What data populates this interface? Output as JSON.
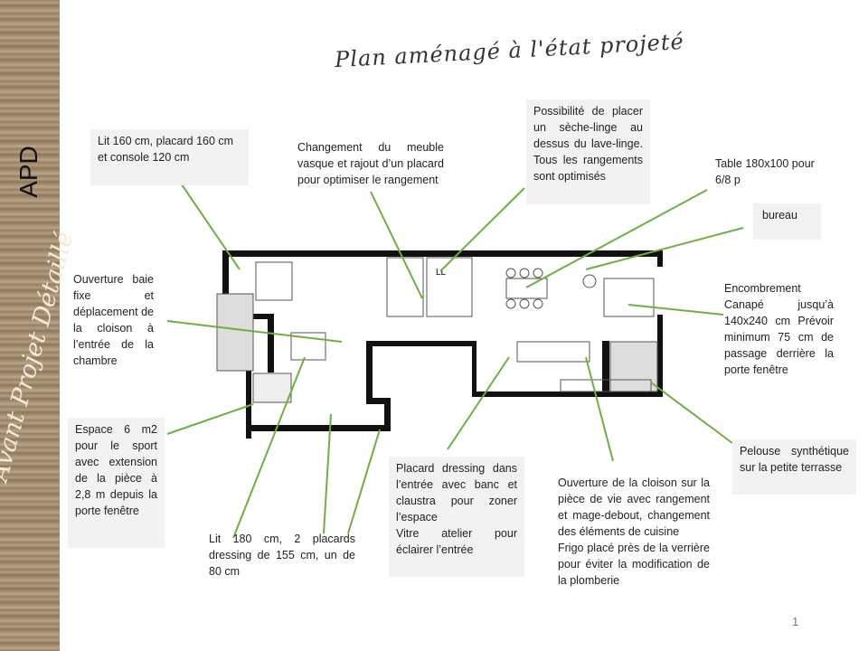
{
  "sidebar": {
    "label": "APD",
    "script_title": "Avant Projet Détaillé"
  },
  "title": "Plan aménagé à l'état projeté",
  "accent_color": "#70ad47",
  "plan_labels": {
    "ll": "LL"
  },
  "notes": [
    {
      "id": "lit160",
      "text": "Lit 160 cm, placard 160 cm et console 120 cm"
    },
    {
      "id": "meuble",
      "text": "Changement du meuble vasque et rajout d’un placard pour optimiser le rangement"
    },
    {
      "id": "seche",
      "text": "Possibilité de placer un sèche-linge au dessus du lave-linge. Tous les rangements sont optimisés"
    },
    {
      "id": "table",
      "text": "Table 180x100 pour 6/8 p"
    },
    {
      "id": "bureau",
      "text": "bureau"
    },
    {
      "id": "canape",
      "text": "Encombrement Canapé jusqu’à 140x240 cm Prévoir minimum 75 cm de passage derrière la porte fenêtre"
    },
    {
      "id": "baie",
      "text": "Ouverture baie fixe et déplacement de la cloison à l’entrée de la chambre"
    },
    {
      "id": "sport",
      "text": "Espace 6 m2 pour le sport avec extension de la pièce à 2,8 m depuis la porte fenêtre"
    },
    {
      "id": "lit180",
      "text": "Lit 180 cm, 2 placards dressing de 155 cm, un de 80 cm"
    },
    {
      "id": "dressing",
      "text": "Placard dressing dans l’entrée avec banc et claustra pour zoner l’espace\nVitre atelier pour éclairer l’entrée"
    },
    {
      "id": "cuisine",
      "text": "Ouverture de la cloison sur la pièce de vie avec rangement et mage-debout, changement des éléments de cuisine\nFrigo placé près de la verrière pour éviter la modification de la plomberie"
    },
    {
      "id": "pelouse",
      "text": "Pelouse synthétique sur la petite terrasse"
    }
  ],
  "page_number": "1"
}
